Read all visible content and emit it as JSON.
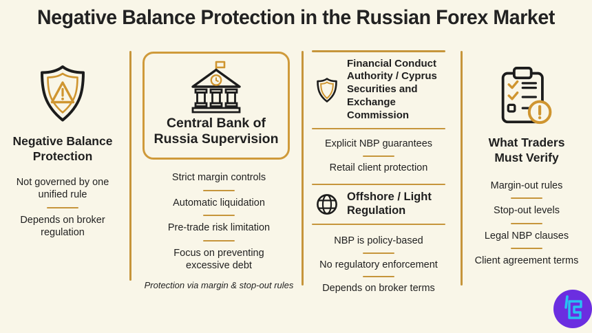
{
  "title": "Negative Balance Protection in the Russian Forex Market",
  "colors": {
    "background": "#f9f6e8",
    "accent_gold": "#c6953b",
    "icon_gold": "#cf9530",
    "icon_stroke": "#1c1c1c",
    "text": "#1f1f1f",
    "logo_purple": "#6b2ee0",
    "logo_cyan": "#27c1f2"
  },
  "columns": {
    "nbp": {
      "icon": "shield-warning-icon",
      "heading": "Negative Balance Protection",
      "items": [
        "Not governed by one unified rule",
        "Depends on broker regulation"
      ]
    },
    "cbr": {
      "icon": "bank-icon",
      "heading": "Central Bank of Russia Supervision",
      "items": [
        "Strict margin controls",
        "Automatic liquidation",
        "Pre-trade risk limitation",
        "Focus on preventing excessive debt"
      ],
      "note": "Protection via margin & stop-out rules"
    },
    "regulation": {
      "sections": [
        {
          "icon": "shield-icon",
          "heading": "Financial Conduct Authority / Cyprus Securities and Exchange Commission",
          "items": [
            "Explicit NBP guarantees",
            "Retail client protection"
          ]
        },
        {
          "icon": "globe-icon",
          "heading": "Offshore / Light Regulation",
          "items": [
            "NBP is policy-based",
            "No regulatory enforcement",
            "Depends on broker terms"
          ]
        }
      ]
    },
    "verify": {
      "icon": "checklist-alert-icon",
      "heading": "What Traders Must Verify",
      "items": [
        "Margin-out rules",
        "Stop-out levels",
        "Legal NBP clauses",
        "Client agreement terms"
      ]
    }
  }
}
